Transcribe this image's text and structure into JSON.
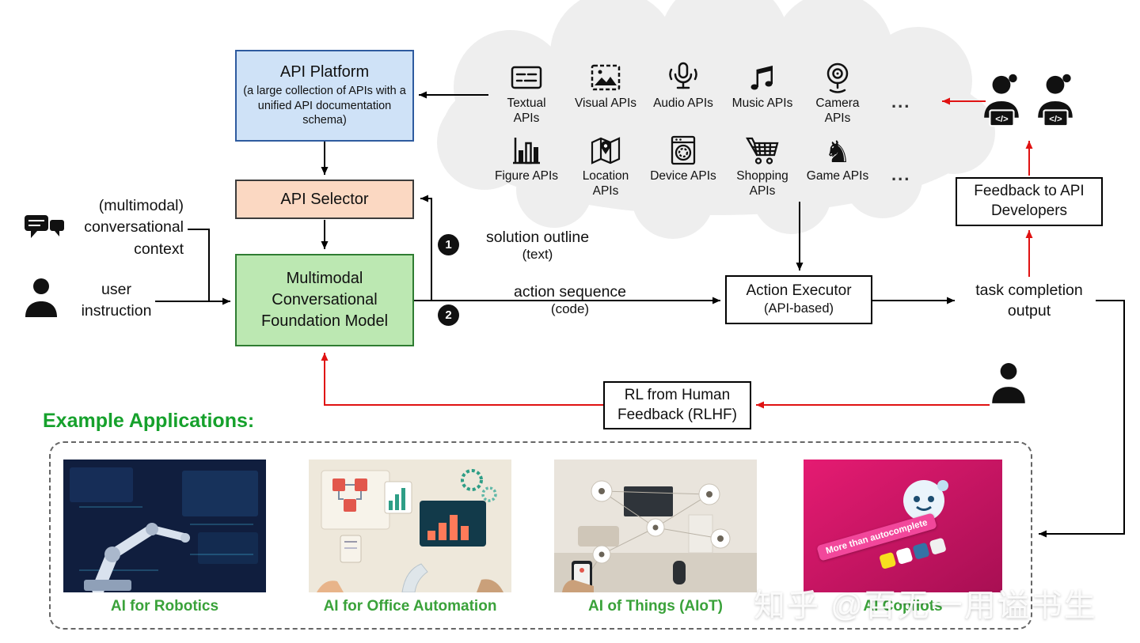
{
  "boxes": {
    "api_platform": {
      "title": "API Platform",
      "subtitle": "(a large collection of APIs with a unified API documentation schema)"
    },
    "api_selector": {
      "label": "API Selector"
    },
    "foundation_model": {
      "label": "Multimodal Conversational Foundation Model"
    },
    "action_executor": {
      "title": "Action Executor",
      "subtitle": "(API-based)"
    },
    "feedback_developers": {
      "label": "Feedback to API Developers"
    },
    "rlhf": {
      "label": "RL from Human Feedback (RLHF)"
    }
  },
  "cloud": {
    "row1": [
      {
        "label": "Textual APIs",
        "icon": "textual-apis-icon"
      },
      {
        "label": "Visual APIs",
        "icon": "visual-apis-icon"
      },
      {
        "label": "Audio APIs",
        "icon": "audio-apis-icon"
      },
      {
        "label": "Music APIs",
        "icon": "music-apis-icon"
      },
      {
        "label": "Camera APIs",
        "icon": "camera-apis-icon"
      }
    ],
    "row2": [
      {
        "label": "Figure APIs",
        "icon": "figure-apis-icon"
      },
      {
        "label": "Location APIs",
        "icon": "location-apis-icon"
      },
      {
        "label": "Device APIs",
        "icon": "device-apis-icon"
      },
      {
        "label": "Shopping APIs",
        "icon": "shopping-apis-icon"
      },
      {
        "label": "Game APIs",
        "icon": "game-apis-icon"
      }
    ],
    "ellipsis": "..."
  },
  "flow": {
    "conversational_context": "(multimodal) conversational context",
    "user_instruction": "user instruction",
    "step1": {
      "num": "1",
      "label": "solution outline",
      "sub": "(text)"
    },
    "step2": {
      "num": "2",
      "label": "action sequence",
      "sub": "(code)"
    },
    "task_completion": "task completion output"
  },
  "examples": {
    "heading": "Example Applications:",
    "items": [
      {
        "caption": "AI for Robotics"
      },
      {
        "caption": "AI for Office Automation"
      },
      {
        "caption": "AI of Things (AIoT)"
      },
      {
        "caption": "AI Copilots",
        "banner": "More than autocomplete"
      }
    ]
  },
  "icons": {
    "code_symbol": "</>",
    "game_glyph": "♞"
  },
  "watermark": "知乎 @百无一用谥书生",
  "colors": {
    "api_platform_fill": "#cfe2f7",
    "api_platform_border": "#2e5b9f",
    "api_selector_fill": "#fbd8c2",
    "foundation_model_fill": "#bce8b2",
    "arrow_black": "#000000",
    "arrow_red": "#e01212",
    "heading_green": "#16a12c",
    "caption_green": "#3aa23a",
    "cloud_gray": "#eeeeee"
  }
}
